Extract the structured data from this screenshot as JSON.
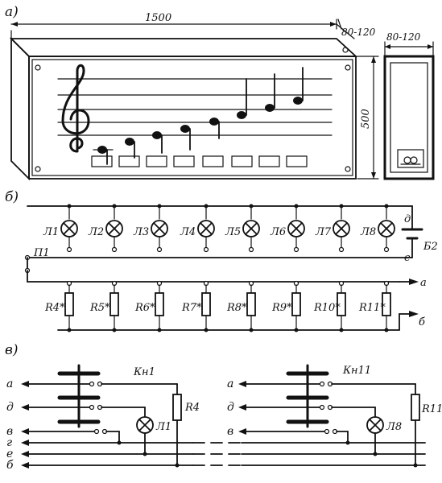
{
  "sections": {
    "a": {
      "label": "а)",
      "dim_width": "1500",
      "dim_depth_top": "80-120",
      "dim_depth_side": "80-120",
      "dim_height": "500"
    },
    "b": {
      "label": "б)",
      "lamps": [
        "Л1",
        "Л2",
        "Л3",
        "Л4",
        "Л5",
        "Л6",
        "Л7",
        "Л8"
      ],
      "resistors": [
        "R4*",
        "R5*",
        "R6*",
        "R7*",
        "R8*",
        "R9*",
        "R10*",
        "R11*"
      ],
      "switch": "П1",
      "battery": "Б2",
      "node_d": "д",
      "node_e": "е",
      "out_a": "а",
      "out_b": "б"
    },
    "c": {
      "label": "в)",
      "buttons": [
        "Кн1",
        "Кн11"
      ],
      "resistors": [
        "R4",
        "R11"
      ],
      "lamps": [
        "Л1",
        "Л8"
      ],
      "left_bus": [
        "а",
        "д",
        "в",
        "г",
        "е",
        "б"
      ],
      "right_bus": [
        "а",
        "д",
        "в"
      ]
    }
  }
}
